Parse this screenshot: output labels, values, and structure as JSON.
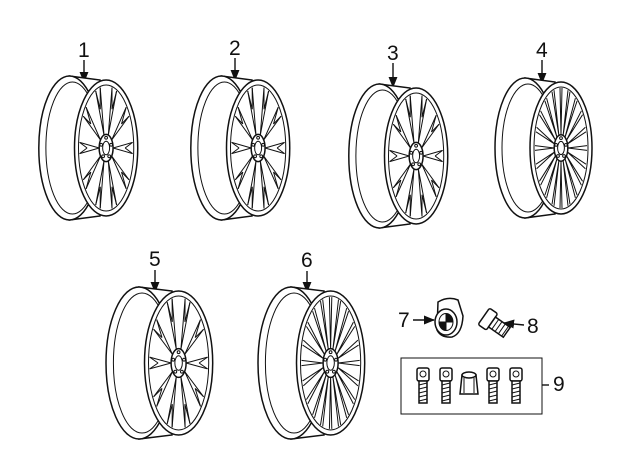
{
  "callouts": {
    "c1": "1",
    "c2": "2",
    "c3": "3",
    "c4": "4",
    "c5": "5",
    "c6": "6",
    "c7": "7",
    "c8": "8",
    "c9": "9"
  },
  "parts": [
    {
      "id": "1",
      "kind": "wheel",
      "style": "split-spoke-open",
      "spokes": 10
    },
    {
      "id": "2",
      "kind": "wheel",
      "style": "v-spoke",
      "spokes": 10
    },
    {
      "id": "3",
      "kind": "wheel",
      "style": "double-spoke",
      "spokes": 10
    },
    {
      "id": "4",
      "kind": "wheel",
      "style": "multi-spoke",
      "spokes": 20
    },
    {
      "id": "5",
      "kind": "wheel",
      "style": "split-spoke",
      "spokes": 10
    },
    {
      "id": "6",
      "kind": "wheel",
      "style": "mesh-spoke",
      "spokes": 20
    },
    {
      "id": "7",
      "kind": "center-cap"
    },
    {
      "id": "8",
      "kind": "wheel-bolt"
    },
    {
      "id": "9",
      "kind": "locking-bolt-set",
      "bolts": 4,
      "adapters": 1
    }
  ]
}
